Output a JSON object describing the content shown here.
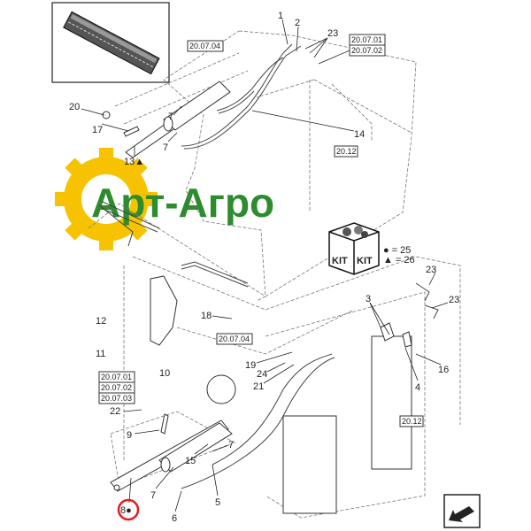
{
  "diagram": {
    "callouts": {
      "c1": "1",
      "c2": "2",
      "c23a": "23",
      "c20": "20",
      "c17": "17",
      "c7a": "7",
      "c7b": "7",
      "c13": "13▲",
      "c14": "14",
      "c23b": "23",
      "c3": "3",
      "c23c": "23",
      "c18": "18",
      "c12": "12",
      "c11": "11",
      "c10": "10",
      "c19": "19",
      "c24": "24",
      "c21": "21",
      "c16": "16",
      "c4": "4",
      "c22": "22",
      "c9": "9",
      "c15": "15",
      "c7c": "7",
      "c7d": "7",
      "c5": "5",
      "c6": "6",
      "c8": "8●"
    },
    "refs": {
      "r200701": "20.07.01",
      "r200702": "20.07.02",
      "r200704a": "20.07.04",
      "r2012a": "20.12",
      "r200704b": "20.07.04",
      "r20070x": "20.07.01",
      "r200702b": "20.07.02",
      "r200703": "20.07.03",
      "r2012b": "20.12"
    },
    "kit": {
      "label1": "KIT",
      "label2": "KIT",
      "legend1": "● = 25",
      "legend2": "▲ = 26"
    },
    "highlight_color": "#e0201c"
  },
  "watermark": {
    "text": "Арт-Агро",
    "gear_color": "#f7c300",
    "text_color": "#2e8b2e"
  }
}
